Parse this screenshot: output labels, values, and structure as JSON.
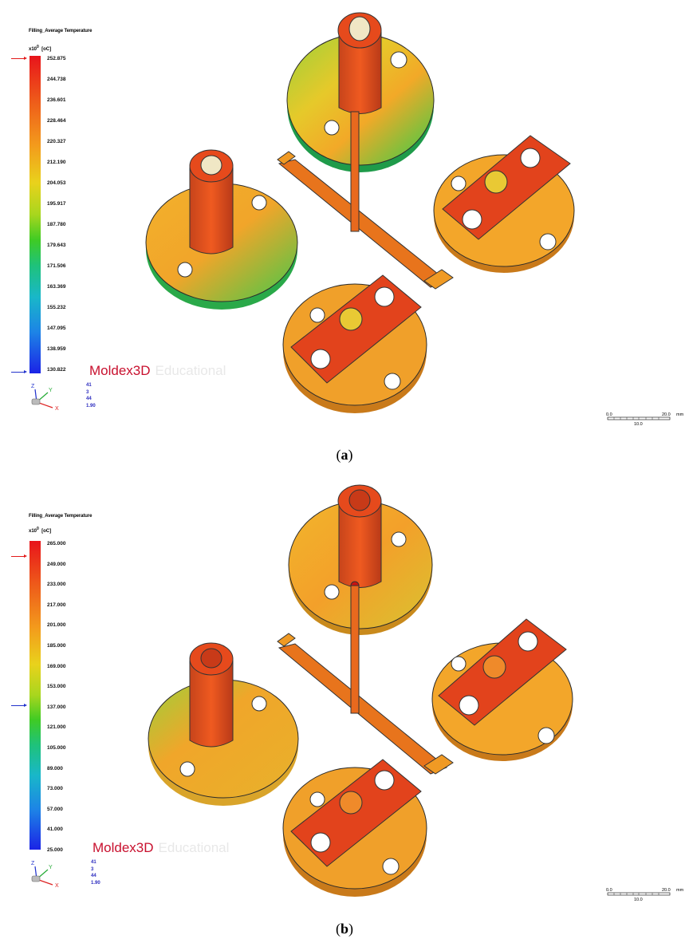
{
  "brand": {
    "name": "Moldex3D",
    "edition": "Educational"
  },
  "panels": [
    {
      "title": "Filling_Average Temperature",
      "unit_prefix": "x10",
      "unit_exp": "0",
      "unit": "[oC]",
      "ticks": [
        "252.875",
        "244.738",
        "236.601",
        "228.464",
        "220.327",
        "212.190",
        "204.053",
        "195.917",
        "187.780",
        "179.643",
        "171.506",
        "163.369",
        "155.232",
        "147.095",
        "138.959",
        "130.822"
      ],
      "info": [
        "41",
        "3",
        "44",
        "1.90"
      ],
      "caption_label": "a"
    },
    {
      "title": "Filling_Average Temperature",
      "unit_prefix": "x10",
      "unit_exp": "0",
      "unit": "[oC]",
      "ticks": [
        "265.000",
        "249.000",
        "233.000",
        "217.000",
        "201.000",
        "185.000",
        "169.000",
        "153.000",
        "137.000",
        "121.000",
        "105.000",
        "89.000",
        "73.000",
        "57.000",
        "41.000",
        "25.000"
      ],
      "info": [
        "41",
        "3",
        "44",
        "1.90"
      ],
      "caption_label": "b"
    }
  ],
  "axes": {
    "z": "Z",
    "y": "Y",
    "x": "X"
  },
  "scale": {
    "left": "0.0",
    "right": "20.0",
    "unit": "mm",
    "mid": "10.0"
  },
  "colors": {
    "hot": "#e8141b",
    "mid": "#f39a1c",
    "cool": "#3fcb24",
    "cold": "#1b23e6",
    "brand": "#c8102e"
  }
}
